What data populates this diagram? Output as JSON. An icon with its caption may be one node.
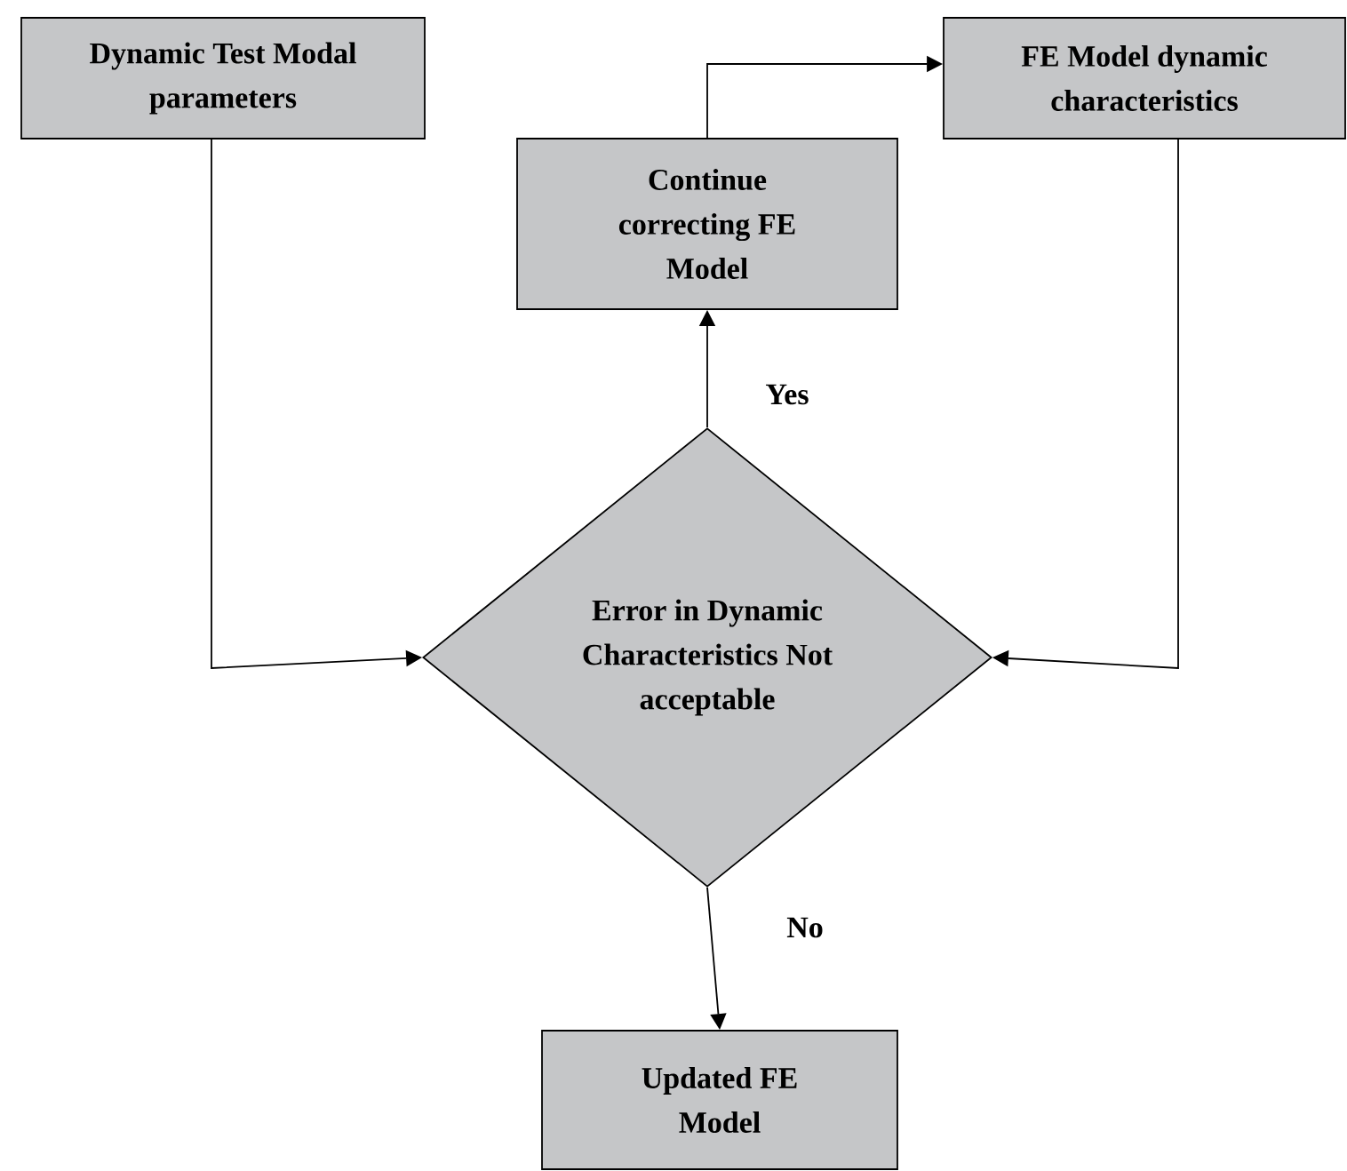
{
  "diagram": {
    "nodes": [
      {
        "text": [
          "Dynamic Test Modal parameters"
        ]
      },
      {
        "text": [
          "FE Model dynamic characteristics"
        ]
      },
      {
        "text": [
          "Continue correcting FE Model"
        ]
      },
      {
        "text": [
          "Error in Dynamic Characteristics Not acceptable"
        ]
      },
      {
        "text": [
          "Updated FE Model"
        ]
      }
    ],
    "edges": [
      {
        "from": 0,
        "to": 3,
        "arrow": "to"
      },
      {
        "from": 1,
        "to": 3,
        "arrow": "to"
      },
      {
        "from": 3,
        "to": 2,
        "arrow": "to",
        "label": "Yes"
      },
      {
        "from": 2,
        "to": 1,
        "arrow": "to"
      },
      {
        "from": 3,
        "to": 4,
        "arrow": "to",
        "label": "No"
      }
    ]
  }
}
